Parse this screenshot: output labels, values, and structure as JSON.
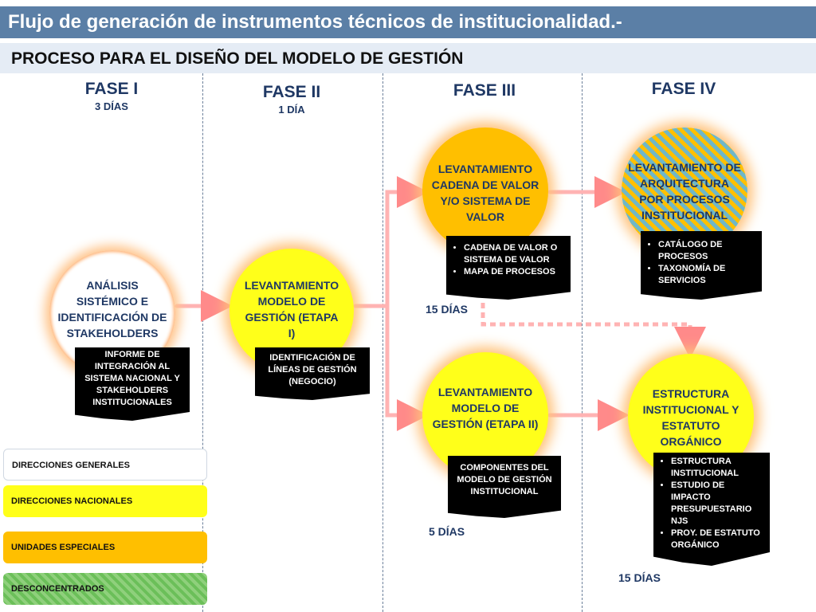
{
  "header": {
    "title": "Flujo de generación de instrumentos técnicos de institucionalidad.-",
    "subtitle": "PROCESO PARA EL DISEÑO DEL MODELO DE GESTIÓN"
  },
  "phases": [
    {
      "name": "FASE I",
      "days": "3 DÍAS"
    },
    {
      "name": "FASE II",
      "days": "1 DÍA"
    },
    {
      "name": "FASE III",
      "days": ""
    },
    {
      "name": "FASE IV",
      "days": ""
    }
  ],
  "nodes": {
    "analisis": "ANÁLISIS SISTÉMICO E IDENTIFICACIÓN DE STAKEHOLDERS",
    "modelo1": "LEVANTAMIENTO MODELO DE GESTIÓN (ETAPA I)",
    "cadena": "LEVANTAMIENTO CADENA DE VALOR Y/O SISTEMA DE VALOR",
    "modelo2": "LEVANTAMIENTO MODELO DE GESTIÓN (ETAPA II)",
    "arquitectura": "LEVANTAMIENTO DE ARQUITECTURA POR PROCESOS INSTITUCIONAL",
    "estructura": "ESTRUCTURA INSTITUCIONAL Y ESTATUTO ORGÁNICO"
  },
  "docs": {
    "informe": "INFORME DE INTEGRACIÓN AL SISTEMA NACIONAL Y STAKEHOLDERS INSTITUCIONALES",
    "lineas": "IDENTIFICACIÓN DE LÍNEAS DE GESTIÓN (NEGOCIO)",
    "cadena_items": [
      "CADENA DE VALOR O SISTEMA DE VALOR",
      "MAPA DE PROCESOS"
    ],
    "componentes": "COMPONENTES DEL MODELO DE GESTIÓN INSTITUCIONAL",
    "arquitectura_items": [
      "CATÁLOGO DE PROCESOS",
      "TAXONOMÍA DE SERVICIOS"
    ],
    "estructura_items": [
      "ESTRUCTURA INSTITUCIONAL",
      "ESTUDIO DE IMPACTO PRESUPUESTARIO NJS",
      "PROY. DE ESTATUTO ORGÁNICO"
    ]
  },
  "durations": {
    "cadena": "15 DÍAS",
    "modelo2": "5 DÍAS",
    "estructura": "15 DÍAS"
  },
  "legend": [
    {
      "label": "DIRECCIONES GENERALES",
      "color": "#ffffff"
    },
    {
      "label": "DIRECCIONES NACIONALES",
      "color": "#ffff1a"
    },
    {
      "label": "UNIDADES ESPECIALES",
      "color": "#ffbf00"
    },
    {
      "label": "DESCONCENTRADOS",
      "color": "#6bbf59"
    }
  ],
  "colors": {
    "title_bar": "#5b7fa6",
    "subtitle_bar": "#e5ecf5",
    "text_accent": "#1f3864",
    "arrow": "#ff9c9c"
  }
}
